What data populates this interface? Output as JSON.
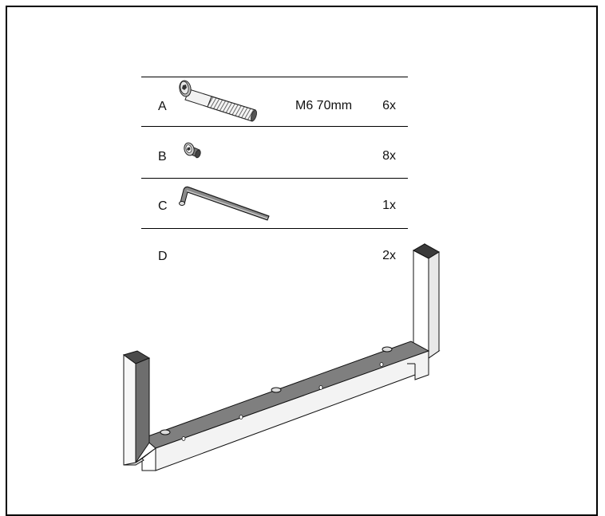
{
  "parts": [
    {
      "letter": "A",
      "spec": "M6 70mm",
      "qty": "6x",
      "icon": "bolt-icon"
    },
    {
      "letter": "B",
      "spec": "",
      "qty": "8x",
      "icon": "screw-icon"
    },
    {
      "letter": "C",
      "spec": "",
      "qty": "1x",
      "icon": "hex-key-icon"
    },
    {
      "letter": "D",
      "spec": "",
      "qty": "2x",
      "icon": "frame-part-icon"
    }
  ]
}
